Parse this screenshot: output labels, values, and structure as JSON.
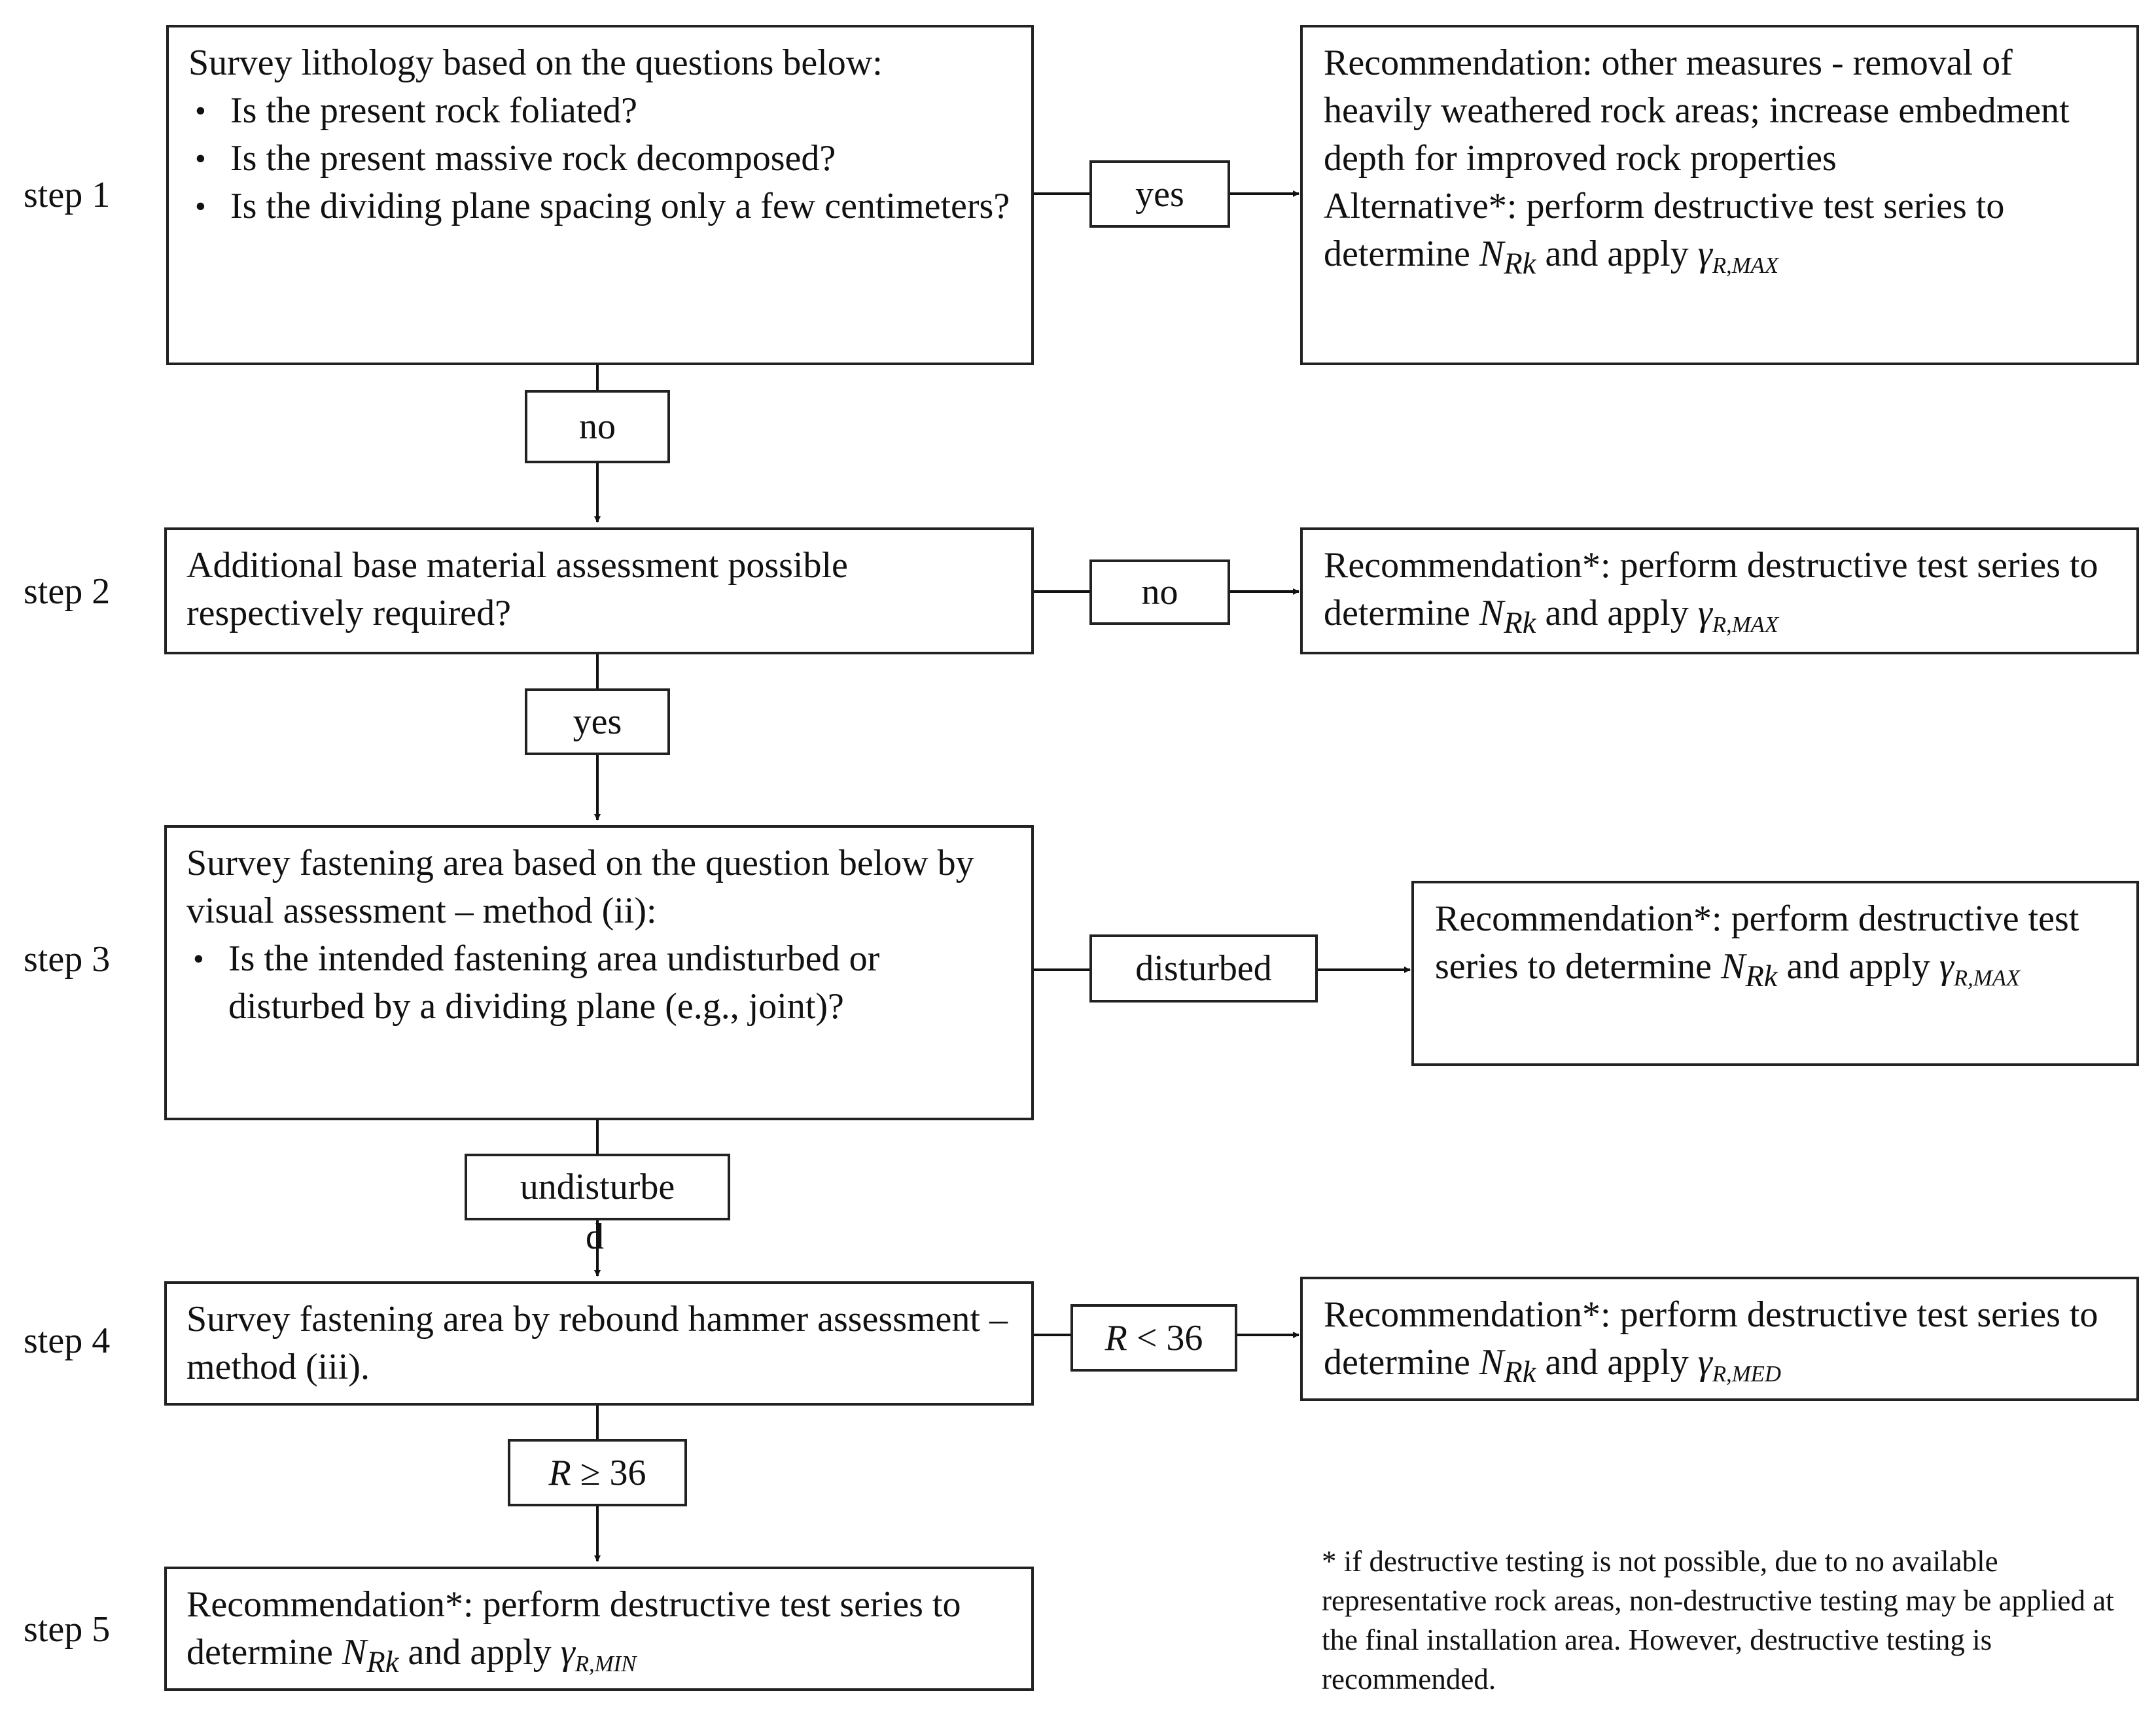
{
  "steps": [
    "step 1",
    "step 2",
    "step 3",
    "step 4",
    "step 5"
  ],
  "box1": {
    "intro": "Survey lithology based on the questions below:",
    "questions": [
      "Is the present rock foliated?",
      "Is the present massive rock decomposed?",
      "Is the dividing plane spacing only a few centimeters?"
    ]
  },
  "rec1": {
    "text": "Recommendation: other measures - removal of heavily weathered rock areas; increase embedment depth for improved rock properties",
    "alt_prefix": "Alternative*: perform destructive test series to determine",
    "and_apply": "and apply"
  },
  "box2": {
    "text": "Additional base material assessment possible respectively required?"
  },
  "rec2": {
    "prefix": "Recommendation*: perform destructive test series to determine",
    "and_apply": "and apply"
  },
  "box3": {
    "intro": "Survey fastening area based on the question below by visual assessment – method (ii):",
    "questions": [
      "Is the intended fastening area undisturbed or disturbed by a dividing plane (e.g., joint)?"
    ]
  },
  "rec3": {
    "prefix": "Recommendation*: perform destructive test series to determine",
    "and_apply": "and apply"
  },
  "box4": {
    "text": "Survey fastening area by rebound hammer assessment – method (iii)."
  },
  "rec4": {
    "prefix": "Recommendation*: perform destructive test series to determine",
    "and_apply": "and apply"
  },
  "box5": {
    "prefix": "Recommendation*: perform destructive test series to determine",
    "and_apply": "and apply"
  },
  "labels": {
    "step1_yes": "yes",
    "step1_no": "no",
    "step2_no": "no",
    "step2_yes": "yes",
    "step3_disturbed": "disturbed",
    "step3_undisturbed": "undisturbe",
    "step3_undisturbed_overflow": "d",
    "step4_lt": "< 36",
    "step4_ge": "≥ 36",
    "R": "R"
  },
  "symbols": {
    "N": "N",
    "N_sub": "Rk",
    "gamma": "γ",
    "sub_max": "R,MAX",
    "sub_med": "R,MED",
    "sub_min": "R,MIN"
  },
  "footnote": "* if destructive testing is not possible, due to no available representative rock areas, non-destructive testing may be applied at the final installation area. However, destructive testing is recommended."
}
